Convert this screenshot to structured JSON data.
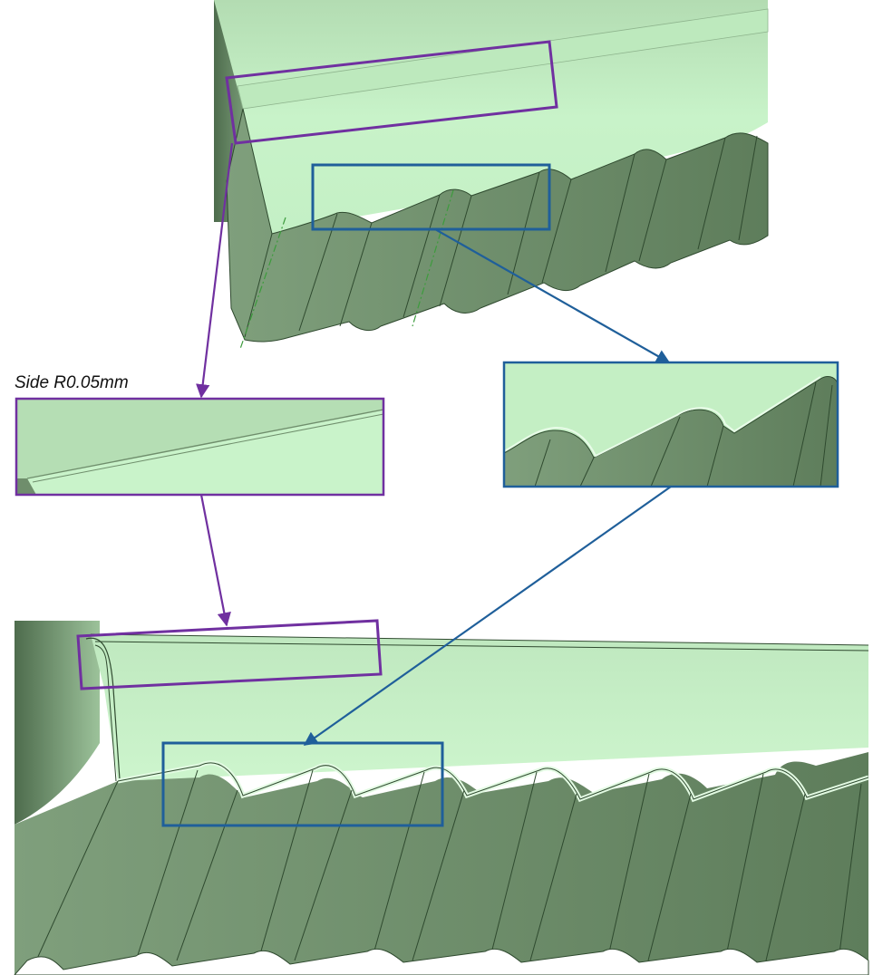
{
  "annotation": {
    "side_fillet_label": "Side R0.05mm"
  },
  "colors": {
    "face_top": "#c6f2c8",
    "face_side": "#6f8e6c",
    "face_side_dark": "#5b7a59",
    "edge_line": "#2f4a2f",
    "purple_highlight": "#7030a0",
    "blue_highlight": "#1f5f9a",
    "background": "#ffffff"
  },
  "views": [
    {
      "name": "original-model-view"
    },
    {
      "name": "side-fillet-detail-view"
    },
    {
      "name": "tooth-fillet-detail-view"
    },
    {
      "name": "filleted-model-view"
    }
  ],
  "icons": {
    "arrow": "arrow-icon"
  }
}
